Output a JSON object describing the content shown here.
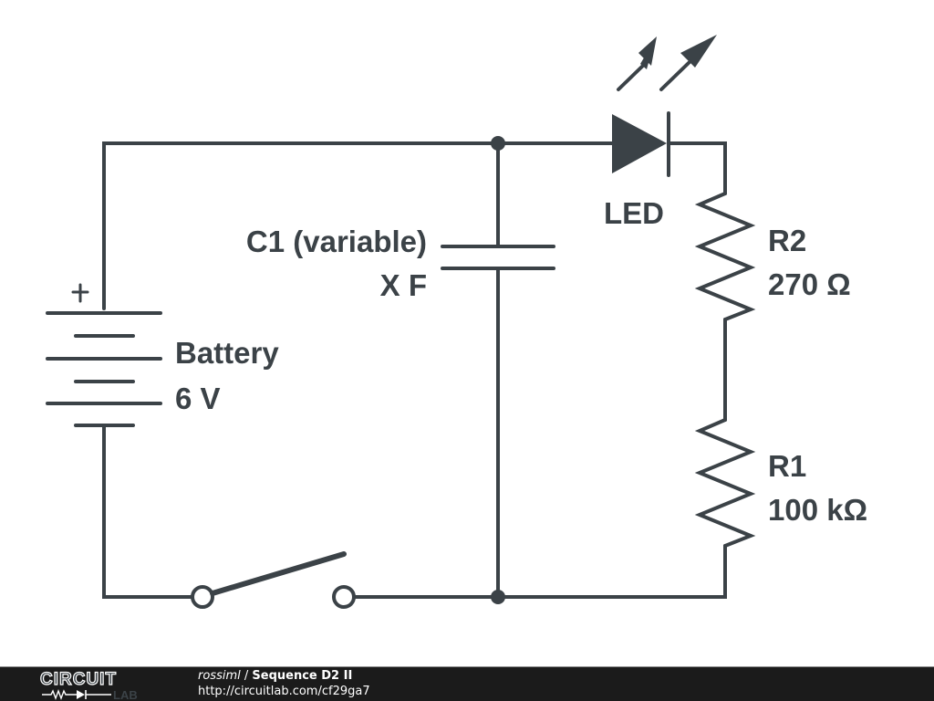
{
  "schematic": {
    "components": {
      "battery": {
        "name": "Battery",
        "value": "6 V",
        "polarity": "+"
      },
      "capacitor": {
        "name": "C1 (variable)",
        "value": "X F"
      },
      "led": {
        "name": "LED"
      },
      "r2": {
        "name": "R2",
        "value": "270 Ω"
      },
      "r1": {
        "name": "R1",
        "value": "100 kΩ"
      },
      "switch": {
        "state": "open"
      }
    },
    "colors": {
      "ink": "#3b4247",
      "background": "#ffffff"
    }
  },
  "footer": {
    "logo_top": "CIRCUIT",
    "logo_bottom": "LAB",
    "author": "rossiml",
    "separator": " / ",
    "title": "Sequence D2 II",
    "url": "http://circuitlab.com/cf29ga7",
    "background": "#1b1b1b"
  }
}
